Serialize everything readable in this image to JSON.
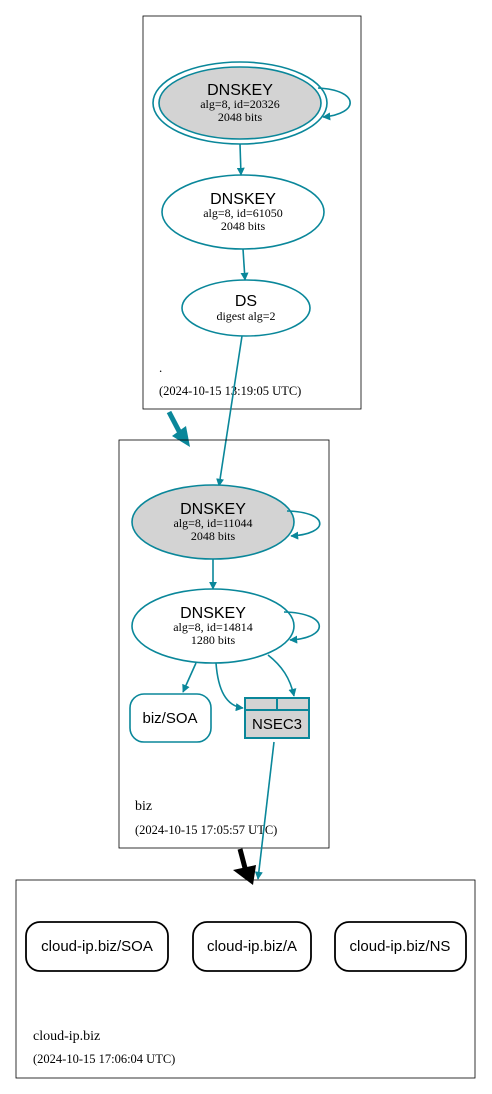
{
  "colors": {
    "edge": "#0a879a",
    "black": "#000000",
    "node_fill_gray": "#d3d3d3",
    "white": "#ffffff"
  },
  "zones": {
    "root": {
      "name": ".",
      "timestamp": "(2024-10-15 13:19:05 UTC)"
    },
    "biz": {
      "name": "biz",
      "timestamp": "(2024-10-15 17:05:57 UTC)"
    },
    "cloud": {
      "name": "cloud-ip.biz",
      "timestamp": "(2024-10-15 17:06:04 UTC)"
    }
  },
  "nodes": {
    "root_ksk": {
      "title": "DNSKEY",
      "line1": "alg=8, id=20326",
      "line2": "2048 bits"
    },
    "root_zsk": {
      "title": "DNSKEY",
      "line1": "alg=8, id=61050",
      "line2": "2048 bits"
    },
    "root_ds": {
      "title": "DS",
      "line1": "digest alg=2"
    },
    "biz_ksk": {
      "title": "DNSKEY",
      "line1": "alg=8, id=11044",
      "line2": "2048 bits"
    },
    "biz_zsk": {
      "title": "DNSKEY",
      "line1": "alg=8, id=14814",
      "line2": "1280 bits"
    },
    "biz_soa": {
      "label": "biz/SOA"
    },
    "biz_nsec3": {
      "label": "NSEC3"
    },
    "cloud_soa": {
      "label": "cloud-ip.biz/SOA"
    },
    "cloud_a": {
      "label": "cloud-ip.biz/A"
    },
    "cloud_ns": {
      "label": "cloud-ip.biz/NS"
    }
  }
}
